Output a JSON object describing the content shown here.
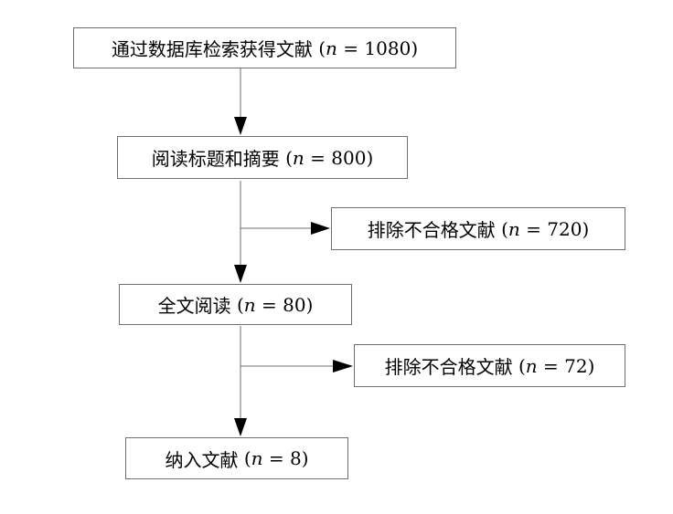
{
  "flowchart": {
    "colors": {
      "border": "#6f6f6f",
      "line": "#6f6f6f",
      "arrowhead": "#000000",
      "text": "#000000"
    },
    "steps": [
      {
        "label": "通过数据库检索获得文献",
        "count": "1080"
      },
      {
        "label": "阅读标题和摘要",
        "count": "800"
      },
      {
        "label": "全文阅读",
        "count": "80"
      },
      {
        "label": "纳入文献",
        "count": "8"
      }
    ],
    "exclusions": [
      {
        "label": "排除不合格文献",
        "count": "720"
      },
      {
        "label": "排除不合格文献",
        "count": "72"
      }
    ],
    "count_prefix": "(",
    "count_var": "n",
    "count_eq": " = ",
    "count_suffix": ")"
  }
}
